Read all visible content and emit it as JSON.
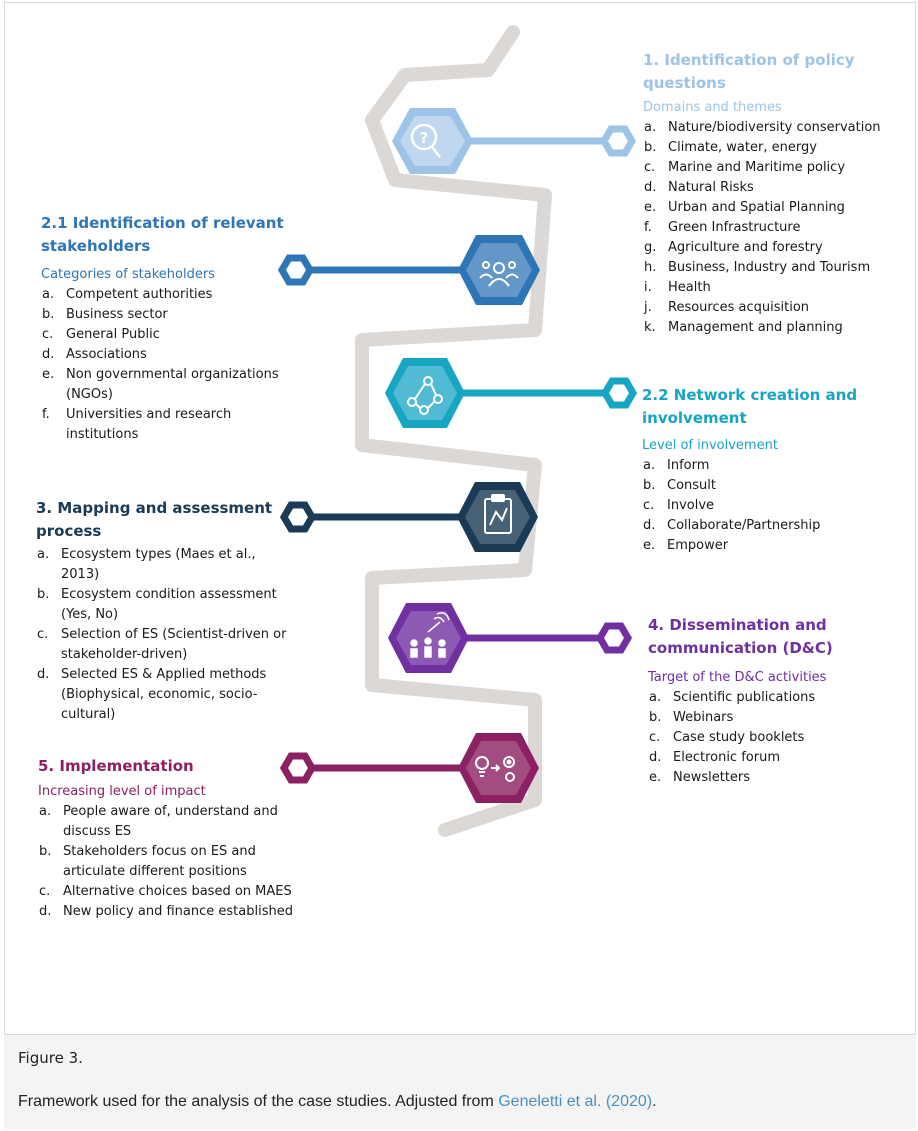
{
  "sections": {
    "s1": {
      "title": [
        "1. Identification of policy",
        "questions"
      ],
      "subtitle": "Domains and themes",
      "items": [
        {
          "letter": "a.",
          "text": "Nature/biodiversity conservation"
        },
        {
          "letter": "b.",
          "text": "Climate, water, energy"
        },
        {
          "letter": "c.",
          "text": "Marine and Maritime policy"
        },
        {
          "letter": "d.",
          "text": "Natural Risks"
        },
        {
          "letter": "e.",
          "text": "Urban and Spatial Planning"
        },
        {
          "letter": "f.",
          "text": "Green Infrastructure"
        },
        {
          "letter": "g.",
          "text": "Agriculture and forestry"
        },
        {
          "letter": "h.",
          "text": "Business, Industry and Tourism"
        },
        {
          "letter": "i.",
          "text": "Health"
        },
        {
          "letter": "j.",
          "text": "Resources acquisition"
        },
        {
          "letter": "k.",
          "text": "Management and planning"
        }
      ]
    },
    "s21": {
      "title": [
        "2.1 Identification of relevant",
        "stakeholders"
      ],
      "subtitle": "Categories of stakeholders",
      "items": [
        {
          "letter": "a.",
          "text": "Competent authorities"
        },
        {
          "letter": "b.",
          "text": "Business sector"
        },
        {
          "letter": "c.",
          "text": "General Public"
        },
        {
          "letter": "d.",
          "text": "Associations"
        },
        {
          "letter": "e.",
          "text": "Non governmental organizations (NGOs)"
        },
        {
          "letter": "f.",
          "text": "Universities and research institutions"
        }
      ]
    },
    "s22": {
      "title": [
        "2.2 Network creation and",
        "involvement"
      ],
      "subtitle": "Level of involvement",
      "items": [
        {
          "letter": "a.",
          "text": "Inform"
        },
        {
          "letter": "b.",
          "text": "Consult"
        },
        {
          "letter": "c.",
          "text": "Involve"
        },
        {
          "letter": "d.",
          "text": "Collaborate/Partnership"
        },
        {
          "letter": "e.",
          "text": "Empower"
        }
      ]
    },
    "s3": {
      "title": [
        "3. Mapping  and assessment",
        "process"
      ],
      "subtitle": "",
      "items": [
        {
          "letter": "a.",
          "text": "Ecosystem types (Maes et al., 2013)"
        },
        {
          "letter": "b.",
          "text": "Ecosystem condition assessment (Yes, No)"
        },
        {
          "letter": "c.",
          "text": "Selection of ES (Scientist-driven or stakeholder-driven)"
        },
        {
          "letter": "d.",
          "text": "Selected ES & Applied methods (Biophysical, economic, socio-cultural)"
        }
      ]
    },
    "s4": {
      "title": [
        "4. Dissemination and",
        "communication (D&C)"
      ],
      "subtitle": "Target of the D&C activities",
      "items": [
        {
          "letter": "a.",
          "text": "Scientific publications"
        },
        {
          "letter": "b.",
          "text": "Webinars"
        },
        {
          "letter": "c.",
          "text": "Case study booklets"
        },
        {
          "letter": "d.",
          "text": "Electronic forum"
        },
        {
          "letter": "e.",
          "text": "Newsletters"
        }
      ]
    },
    "s5": {
      "title": [
        "5. Implementation"
      ],
      "subtitle": "Increasing level of impact",
      "items": [
        {
          "letter": "a.",
          "text": "People aware of, understand and discuss ES"
        },
        {
          "letter": "b.",
          "text": "Stakeholders focus on ES and articulate different positions"
        },
        {
          "letter": "c.",
          "text": "Alternative choices based on MAES"
        },
        {
          "letter": "d.",
          "text": "New policy and finance established"
        }
      ]
    }
  },
  "icons": [
    "question-magnifier-icon",
    "stakeholders-group-icon",
    "network-nodes-icon",
    "clipboard-map-icon",
    "communication-people-icon",
    "idea-gears-icon"
  ],
  "colors": {
    "s1": "#9dc3e6",
    "s21": "#2e75b6",
    "s22": "#17a5c4",
    "s3": "#1a3a55",
    "s4": "#7030a0",
    "s5": "#8b2062",
    "path": "#dbd8d6"
  },
  "caption": {
    "label": "Figure 3.",
    "text_before": "Framework used for the analysis of the case studies. Adjusted from ",
    "link": "Geneletti et al. (2020)",
    "text_after": "."
  }
}
